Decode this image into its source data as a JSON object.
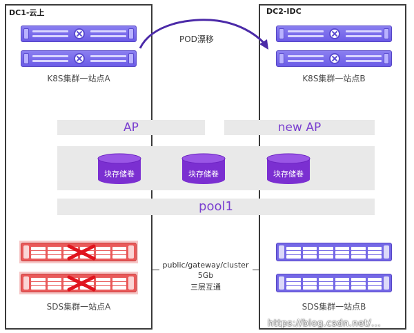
{
  "dc1": {
    "title": "DC1-云上"
  },
  "dc2": {
    "title": "DC2-IDC"
  },
  "migration_label": "POD漂移",
  "k8s_a": "K8S集群一站点A",
  "k8s_b": "K8S集群一站点B",
  "ap_label": "AP",
  "new_ap_label": "new AP",
  "volume_label": "块存储卷",
  "pool_label": "pool1",
  "network": {
    "line1": "public/gateway/cluster",
    "line2": "5Gb",
    "line3": "三层互通"
  },
  "sds_a": "SDS集群一站点A",
  "sds_b": "SDS集群一站点B",
  "watermark": "https://blog.csdn.net/...",
  "colors": {
    "accent": "#7a3fd0",
    "server": "#6c5ce7",
    "failed": "#e95a5a",
    "failed_mark": "#e0141e",
    "bar": "#e9e9e9"
  }
}
